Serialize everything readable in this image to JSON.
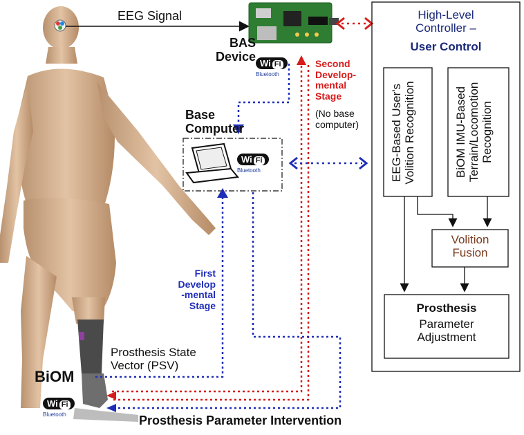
{
  "texts": {
    "eeg_signal": "EEG Signal",
    "bas_device": "BAS\nDevice",
    "second_stage": "Second\nDevelop-\nmental\nStage",
    "no_base": "(No base\ncomputer)",
    "base_computer": "Base\nComputer",
    "first_stage": "First\nDevelop\n-mental\nStage",
    "psv": "Prosthesis State\nVector (PSV)",
    "biom": "BiOM",
    "intervention": "Prosthesis Parameter Intervention",
    "controller_line1": "High-Level\nController –",
    "controller_line2": "User Control",
    "eeg_volition": "EEG-Based  User's\nVolition Recognition",
    "imu_terrain": "BiOM IMU-Based\nTerrain/Locomotion\nRecognition",
    "volition_fusion": "Volition\nFusion",
    "prosthesis_bold": "Prosthesis",
    "parameter_adjustment": "Parameter\nAdjustment"
  },
  "badges": {
    "wifi": "Wi",
    "fi": "Fi",
    "bluetooth": "Bluetooth"
  },
  "colors": {
    "blue_link": "#1f2db8",
    "red_link": "#d61b1b",
    "skin": "#d9b493",
    "board": "#2e7d32"
  },
  "icons": {
    "brain_sensor": "brain-sensor-icon",
    "laptop": "laptop-icon",
    "circuit_board": "bas-circuit-board-image",
    "human_figure": "human-figure-image"
  }
}
